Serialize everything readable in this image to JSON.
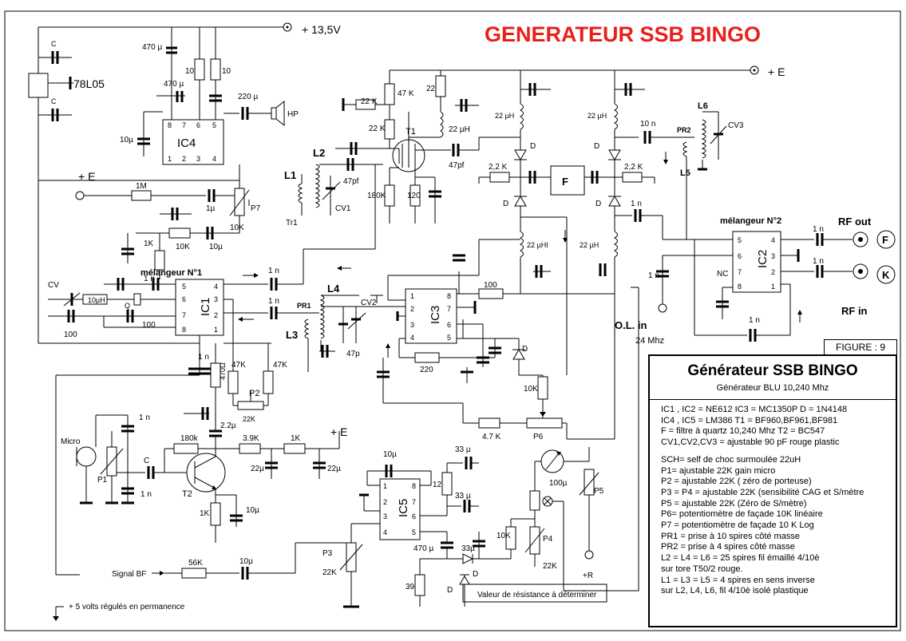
{
  "title": "GENERATEUR SSB  BINGO",
  "figure_label": "FIGURE : 9",
  "legend": {
    "title": "Générateur SSB BINGO",
    "subtitle": "Générateur BLU 10,240 Mhz",
    "lines_a": [
      "IC1 , IC2 = NE612  IC3 = MC1350P   D = 1N4148",
      "IC4 , IC5 = LM386  T1 = BF960,BF961,BF981",
      "F = filtre à quartz 10,240 Mhz     T2 = BC547",
      "CV1,CV2,CV3 = ajustable 90 pF rouge plastic"
    ],
    "lines_b": [
      "SCH= self de choc surmoulée 22uH",
      "P1= ajustable 22K gain micro",
      "P2 = ajustable 22K ( zéro de porteuse)",
      "P3 =  P4 = ajustable 22K (sensibilité CAG et S/mètre",
      "P5 = ajustable 22K (Zéro de S/mètre)",
      "P6= potentiomètre de façade 10K linéaire",
      "P7 = potentiomètre de façade 10 K Log",
      "PR1 = prise à 10 spires côté masse",
      "PR2 = prise à 4 spires côté masse",
      "L2 = L4 = L6 = 25 spires fil émaillé 4/10è",
      "sur tore T50/2 rouge.",
      "L1 = L3 = L5 = 4 spires en sens inverse",
      "sur L2, L4, L6, fil 4/10è isolé plastique"
    ]
  },
  "labels": {
    "v13": "+ 13,5V",
    "plusE": "+ E",
    "reg": "78L05",
    "ic1": "IC1",
    "ic2": "IC2",
    "ic3": "IC3",
    "ic4": "IC4",
    "ic5": "IC5",
    "t1": "T1",
    "t2": "T2",
    "hp": "HP",
    "micro": "Micro",
    "mix1": "mélangeur N°1",
    "mix2": "mélangeur N°2",
    "rfout": "RF out",
    "rfin": "RF in",
    "ol": "O.L.  in",
    "ol_freq": "24 Mhz",
    "nc": "NC",
    "plusR": "+R",
    "F": "F",
    "K": "K",
    "filterF": "F",
    "signal_bf": "Signal BF",
    "five_volt": "+ 5 volts régulés en permanence",
    "res_note": "Valeur de résistance  à déterminer"
  },
  "components": {
    "c470u": "470 µ",
    "c470u2": "470 µ",
    "r10a": "10",
    "r10b": "10",
    "c220u": "220 µ",
    "c10u_ic4": "10µ",
    "r1M": "1M",
    "c1u": "1µ",
    "p7": "P7",
    "r10k_p7": "10K",
    "r10k": "10K",
    "c10u_b": "10µ",
    "r1k": "1K",
    "cv": "CV",
    "l10u": "10µH",
    "q": "Q",
    "c100a": "100",
    "c100b": "100",
    "n1a": "1 n",
    "n1b": "1 n",
    "n1c": "1 n",
    "n1d": "1 n",
    "r47k_t1": "47 K",
    "r22k_a": "22 K",
    "r22k_b": "22 K",
    "r22": "22",
    "l22u_a": "22 µH",
    "r180k": "180K",
    "r120": "120",
    "c47pf_a": "47pf",
    "c47pf_b": "47pf",
    "l1": "L1",
    "l2": "L2",
    "tr1": "Tr1",
    "cv1": "CV1",
    "l22u_b": "22 µH",
    "l22u_c": "22 µH",
    "l22u_d": "22 µHI",
    "l22u_e": "22 µH",
    "r22k_c": "2,2 K",
    "r22k_d": "2,2 K",
    "c10n": "10 n",
    "pr2": "PR2",
    "l6": "L6",
    "l5": "L5",
    "cv3": "CV3",
    "r100": "100",
    "l4": "L4",
    "l3": "L3",
    "pr1": "PR1",
    "cv2": "CV2",
    "c47p": "47p",
    "r220": "220",
    "r10k_d": "10K",
    "r47k_a": "47K",
    "r47k_b": "47K",
    "p2": "P2",
    "r22k_p2": "22K",
    "r470": "470Ω",
    "c2u2": "2.2µ",
    "r180k_b": "180k",
    "r39k": "3.9K",
    "r1k_b": "1K",
    "c22u_a": "22µ",
    "c22u_b": "22µ",
    "p1": "P1",
    "r1k_c": "1K",
    "c10u_t2": "10µ",
    "r56k": "56K",
    "c10u_bf": "10µ",
    "r47k_p6": "4.7 K",
    "p6": "P6",
    "c10u_ic5": "10µ",
    "c33u_a": "33 µ",
    "c33u_b": "33 µ",
    "r12": "12",
    "c100u": "100µ",
    "p5": "P5",
    "p4": "P4",
    "r22k_p4": "22K",
    "r10k_e": "10K",
    "c33u_c": "33µ",
    "c470u_ic5": "470 µ",
    "r39": "39",
    "p3": "P3",
    "r22k_p3": "22K",
    "cap_c": "C",
    "diode_d": "D",
    "x": "X"
  }
}
